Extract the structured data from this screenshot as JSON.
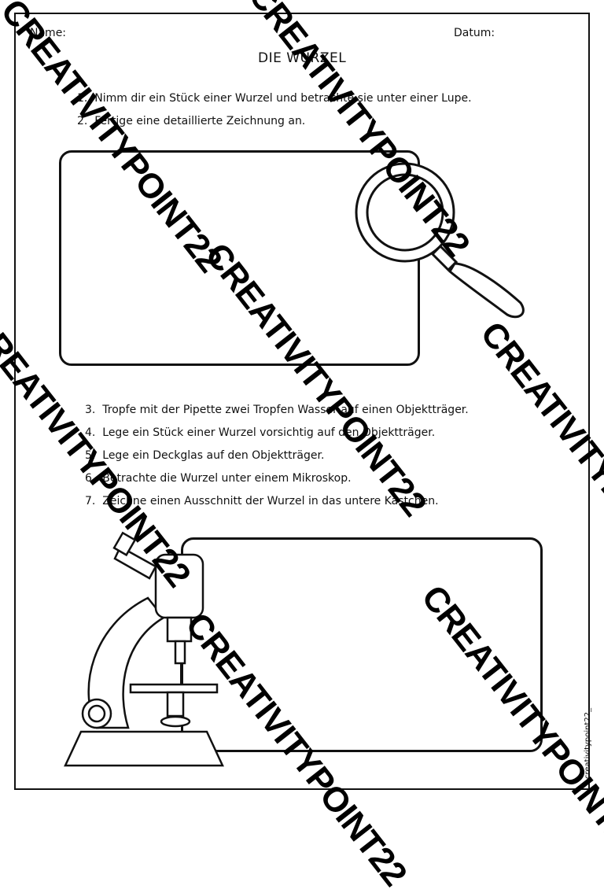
{
  "header": {
    "name_label": "Name:",
    "date_label": "Datum:",
    "title": "DIE WURZEL"
  },
  "steps_top": [
    {
      "num": "1.",
      "text": "Nimm dir ein Stück einer Wurzel und betrachte sie unter einer Lupe."
    },
    {
      "num": "2.",
      "text": "Fertige eine detaillierte Zeichnung an."
    }
  ],
  "steps_bottom": [
    {
      "num": "3.",
      "text": "Tropfe mit der Pipette zwei Tropfen Wasser auf einen Objektträger."
    },
    {
      "num": "4.",
      "text": "Lege ein Stück einer Wurzel vorsichtig auf den Objektträger."
    },
    {
      "num": "5.",
      "text": "Lege ein Deckglas auf den Objektträger."
    },
    {
      "num": "6.",
      "text": "Betrachte die Wurzel unter einem Mikroskop."
    },
    {
      "num": "7.",
      "text": "Zeichne einen Ausschnitt der Wurzel in das untere Kästchen."
    }
  ],
  "watermark": "CREATIVITYPOINT22",
  "credit": "creativitypoint22_",
  "icons": [
    "magnifying-glass-icon",
    "microscope-icon"
  ]
}
